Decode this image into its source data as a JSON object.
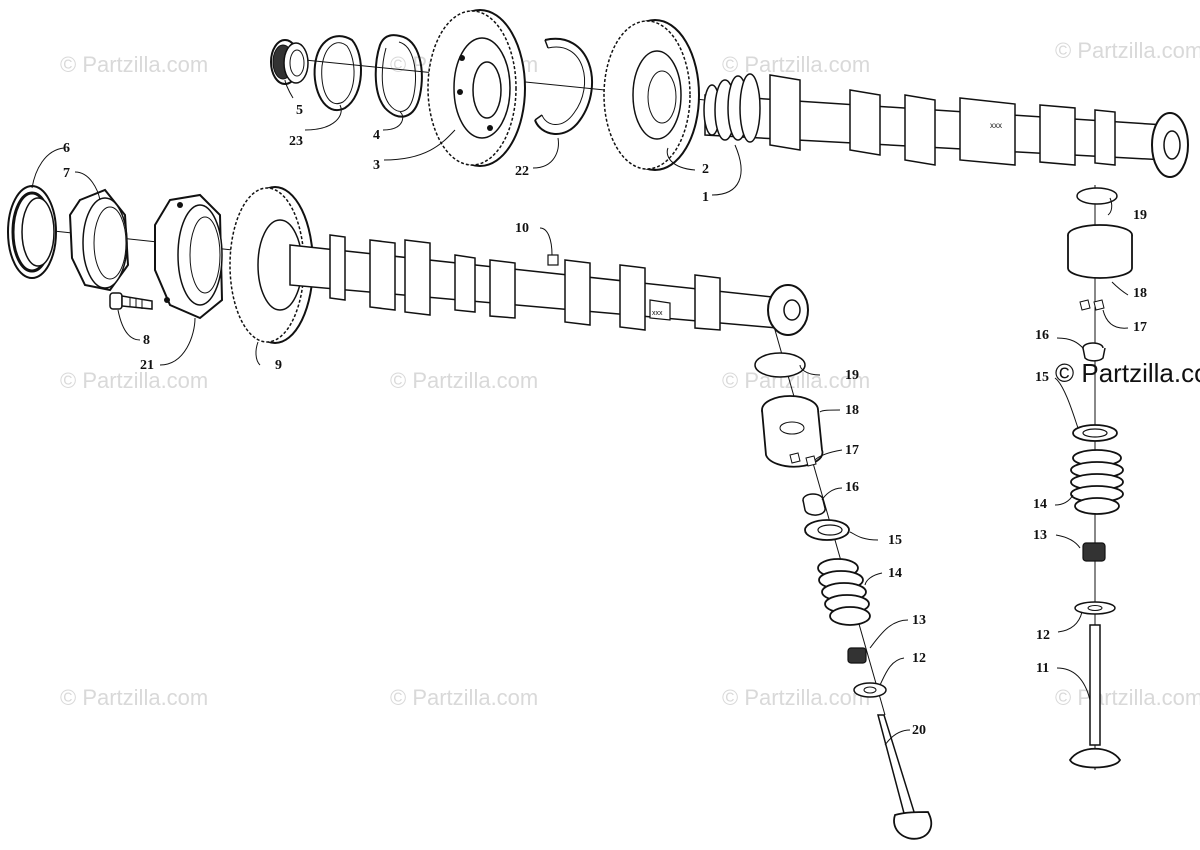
{
  "watermark": "© Partzilla.com",
  "watermark_cut": "© Partzilla.co",
  "callouts": {
    "c1": "1",
    "c2": "2",
    "c3": "3",
    "c4": "4",
    "c5": "5",
    "c6": "6",
    "c7": "7",
    "c8": "8",
    "c9": "9",
    "c10": "10",
    "c11": "11",
    "c12": "12",
    "c13": "13",
    "c14": "14",
    "c15": "15",
    "c16": "16",
    "c17": "17",
    "c18": "18",
    "c19": "19",
    "c20": "20",
    "c21": "21",
    "c22": "22",
    "c23": "23"
  },
  "cam_marking": "xxx"
}
